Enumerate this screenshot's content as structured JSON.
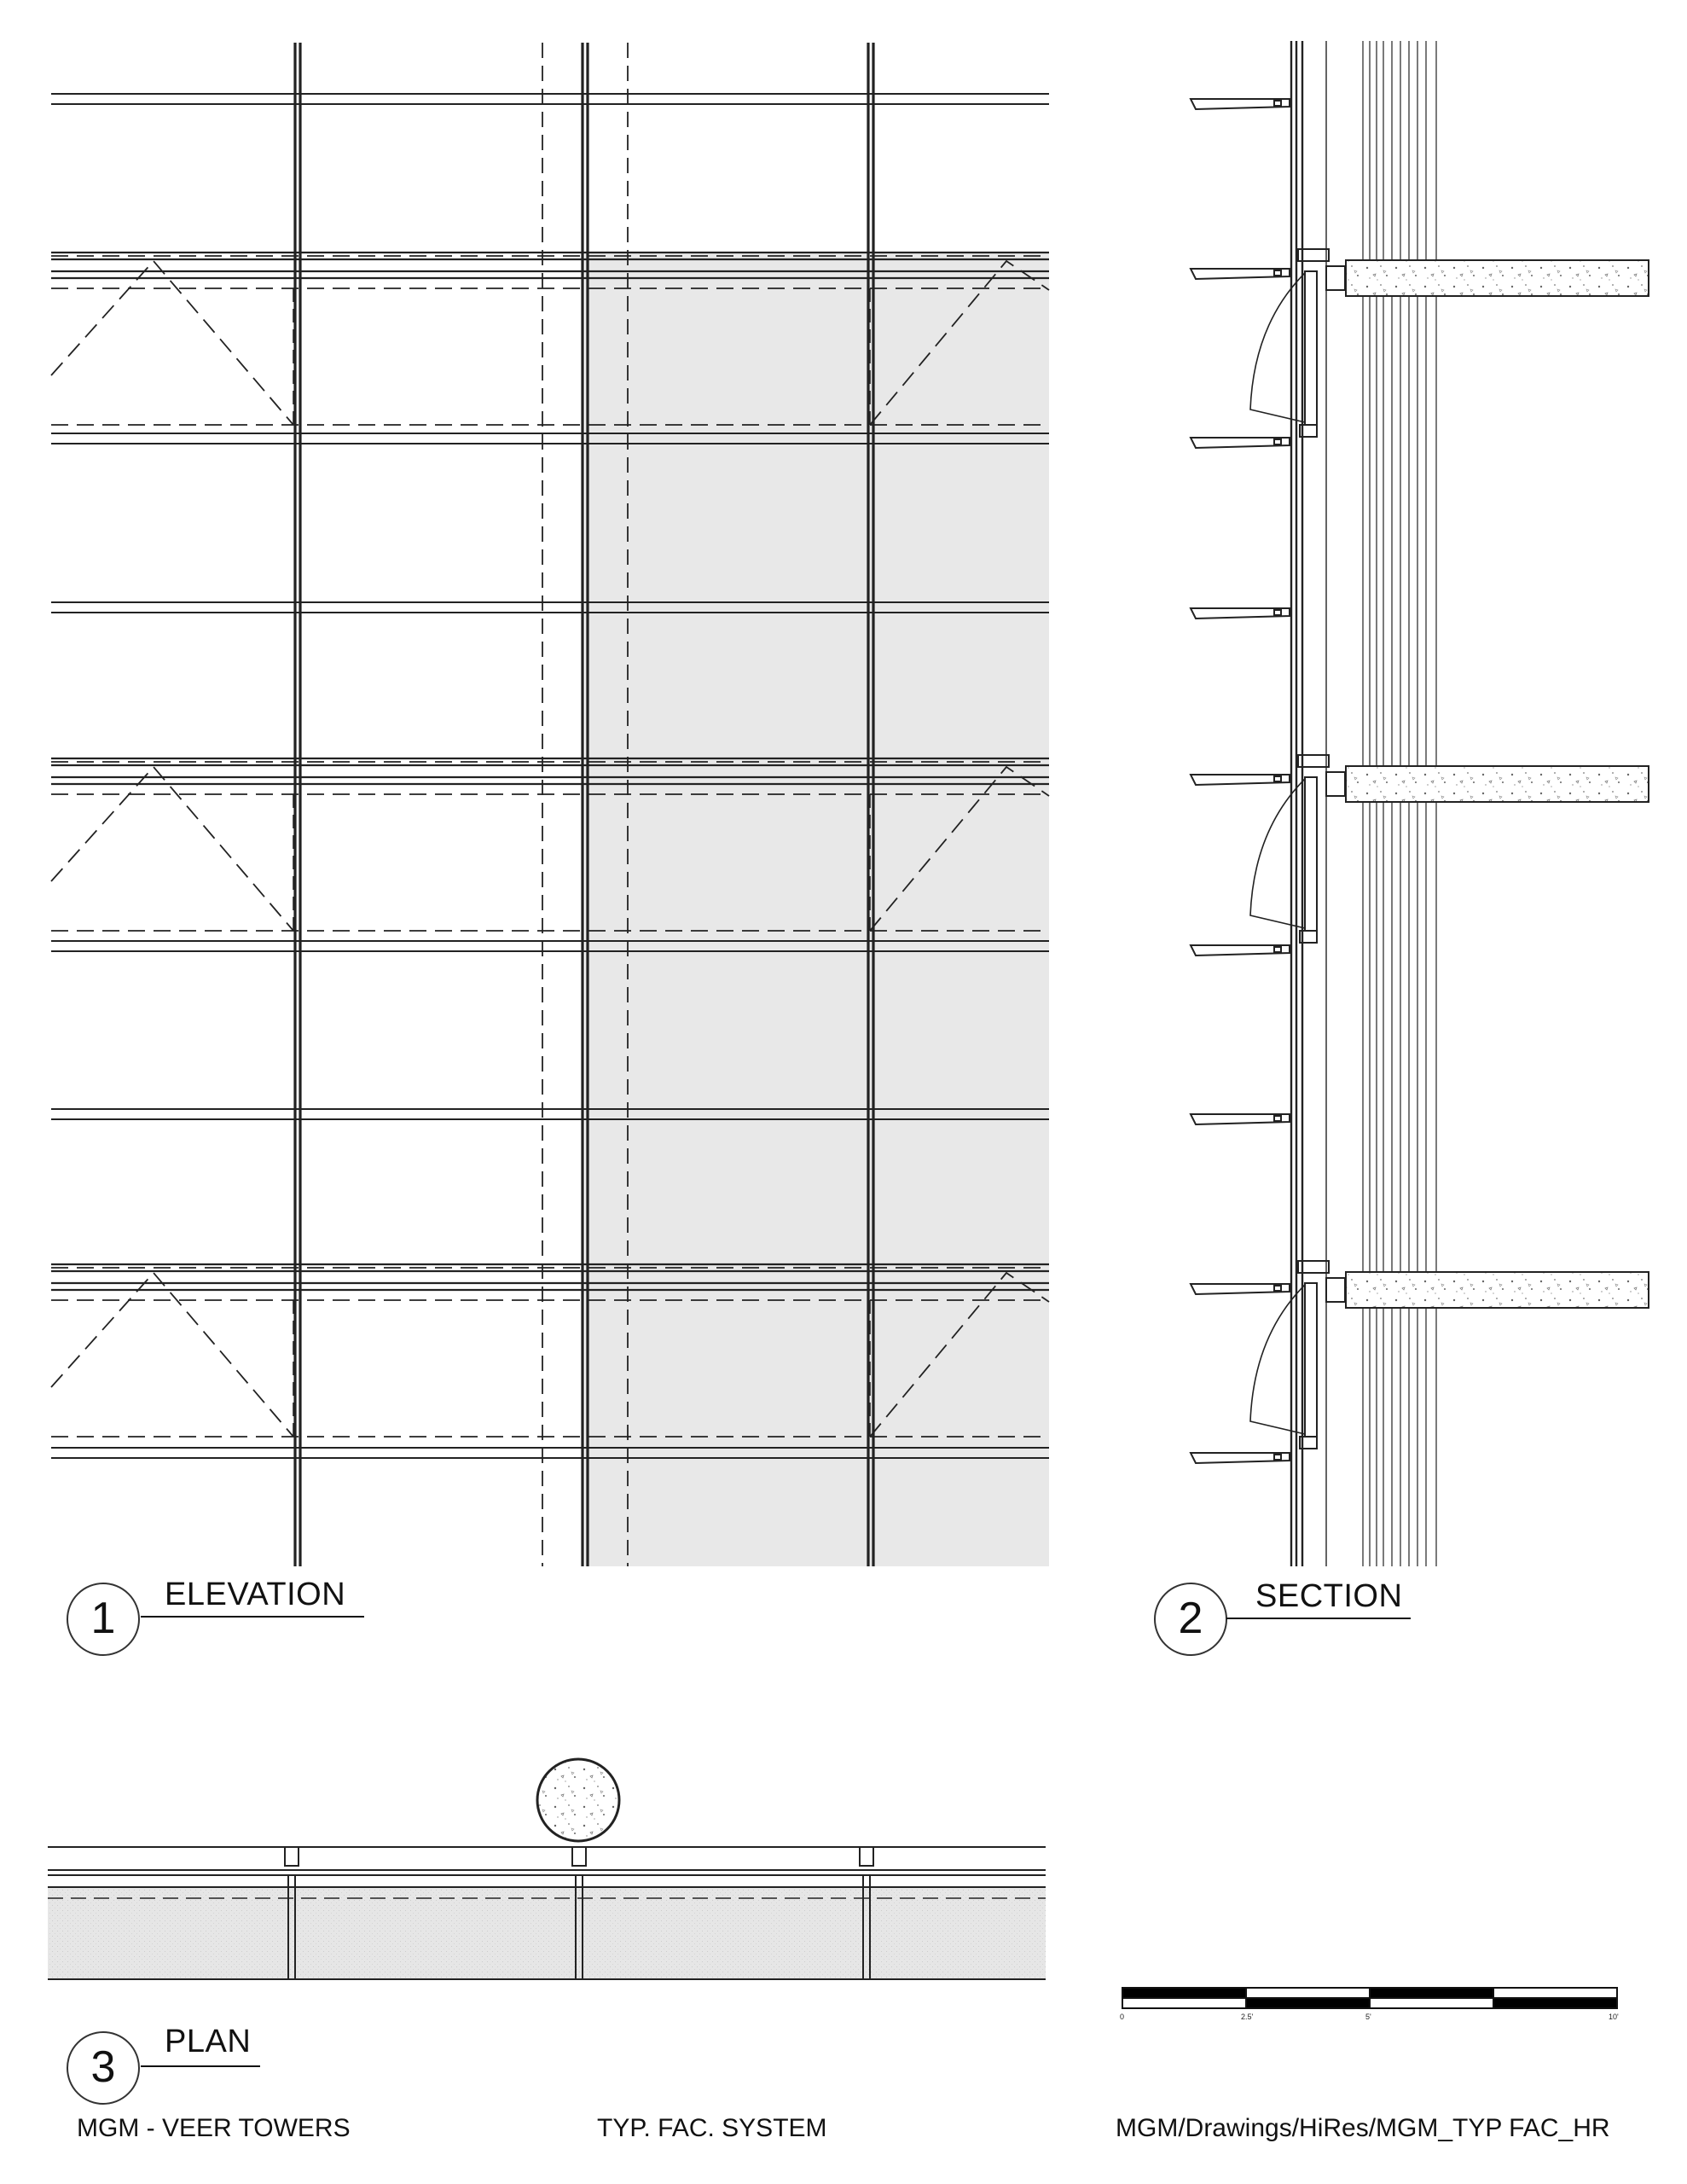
{
  "views": [
    {
      "number": "1",
      "title": "ELEVATION"
    },
    {
      "number": "2",
      "title": "SECTION"
    },
    {
      "number": "3",
      "title": "PLAN"
    }
  ],
  "scale_bar": {
    "labels": [
      "0",
      "2.5'",
      "5'",
      "10'"
    ]
  },
  "footer": {
    "project": "MGM - VEER TOWERS",
    "sheet_title": "TYP. FAC. SYSTEM",
    "file_path": "MGM/Drawings/HiRes/MGM_TYP FAC_HR"
  },
  "colors": {
    "line": "#222222",
    "panel_fill": "#e8e8e8",
    "plan_fill": "#e6e6e6"
  }
}
